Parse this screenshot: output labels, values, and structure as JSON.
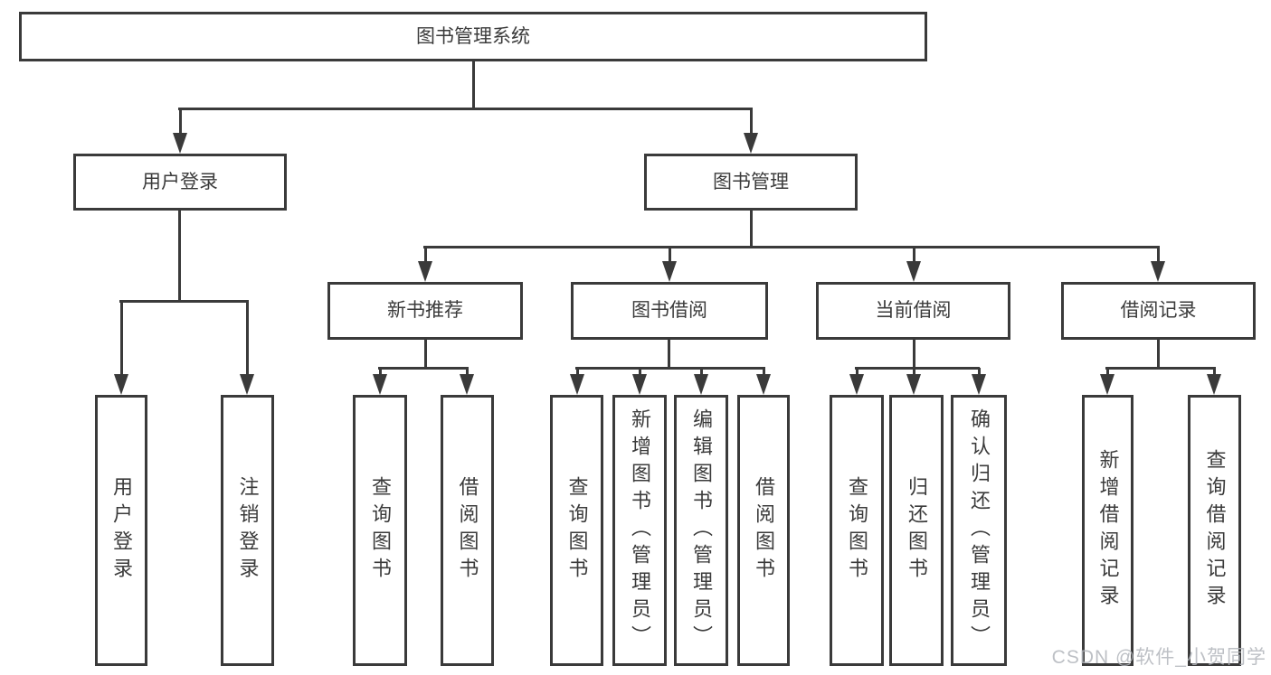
{
  "diagram": {
    "title_node": "图书管理系统",
    "root": {
      "label": "图书管理系统"
    },
    "branches": [
      {
        "label": "用户登录",
        "children": [
          {
            "label": "用户登录"
          },
          {
            "label": "注销登录"
          }
        ]
      },
      {
        "label": "图书管理",
        "children": [
          {
            "label": "新书推荐",
            "children": [
              {
                "label": "查询图书"
              },
              {
                "label": "借阅图书"
              }
            ]
          },
          {
            "label": "图书借阅",
            "children": [
              {
                "label": "查询图书"
              },
              {
                "label": "新增图书（管理员）"
              },
              {
                "label": "编辑图书（管理员）"
              },
              {
                "label": "借阅图书"
              }
            ]
          },
          {
            "label": "当前借阅",
            "children": [
              {
                "label": "查询图书"
              },
              {
                "label": "归还图书"
              },
              {
                "label": "确认归还（管理员）"
              }
            ]
          },
          {
            "label": "借阅记录",
            "children": [
              {
                "label": "新增借阅记录"
              },
              {
                "label": "查询借阅记录"
              }
            ]
          }
        ]
      }
    ]
  },
  "watermark": {
    "text": "CSDN @软件_小贺同学"
  },
  "colors": {
    "line": "#3a3a3a",
    "text": "#3b3b3b",
    "background": "#ffffff",
    "watermark": "#b2b6bc"
  }
}
